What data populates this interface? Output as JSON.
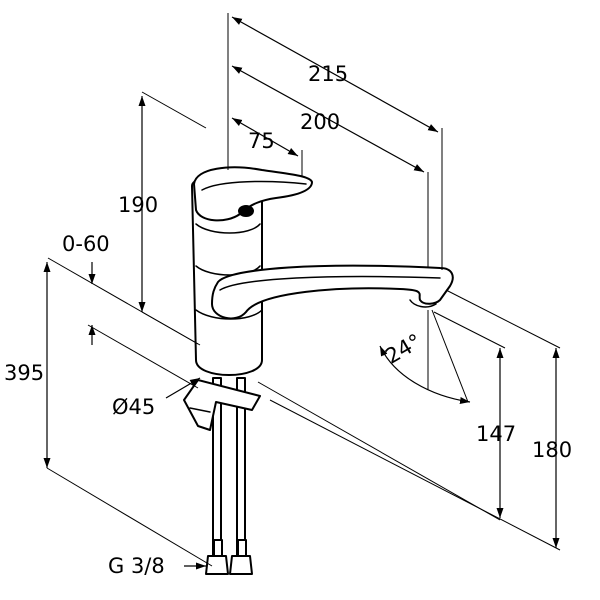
{
  "dimensions": {
    "overall_reach": "215",
    "spout_reach": "200",
    "lever_reach": "75",
    "lever_height": "190",
    "deck_thickness": "0-60",
    "total_height": "395",
    "base_diameter": "Ø45",
    "swivel_angle": "24°",
    "spout_clearance": "147",
    "spout_height": "180",
    "connection_thread": "G 3/8"
  }
}
